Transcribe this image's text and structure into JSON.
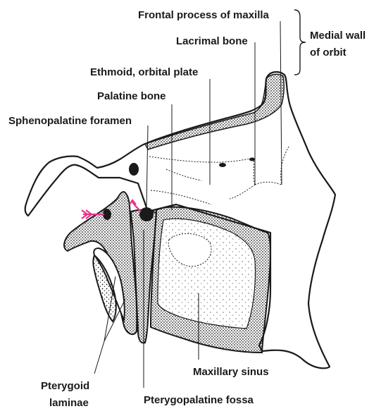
{
  "labels": {
    "frontal_process": "Frontal process of maxilla",
    "lacrimal": "Lacrimal bone",
    "medial_wall_1": "Medial wall",
    "medial_wall_2": "of orbit",
    "ethmoid": "Ethmoid, orbital plate",
    "palatine": "Palatine bone",
    "sphenopalatine": "Sphenopalatine foramen",
    "maxillary_sinus": "Maxillary sinus",
    "pterygoid_1": "Pterygoid",
    "pterygoid_2": "laminae",
    "pterygopalatine": "Pterygopalatine fossa"
  },
  "colors": {
    "ink": "#1a1a1a",
    "arrow": "#e8338a",
    "background": "#ffffff"
  }
}
